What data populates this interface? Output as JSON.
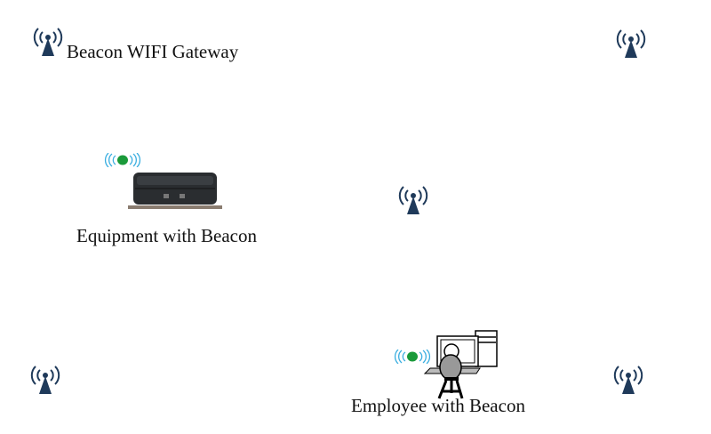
{
  "labels": {
    "gateway": "Beacon WIFI Gateway",
    "equipment": "Equipment with Beacon",
    "employee": "Employee with Beacon"
  },
  "icons": {
    "gateway": "wifi-tower-icon",
    "beacon": "beacon-signal-icon",
    "equipment": "equipment-case-icon",
    "employee": "employee-at-computer-icon"
  },
  "colors": {
    "tower": "#1f3a5a",
    "signal_waves": "#3aaee0",
    "beacon_dot": "#1a9a3a"
  }
}
